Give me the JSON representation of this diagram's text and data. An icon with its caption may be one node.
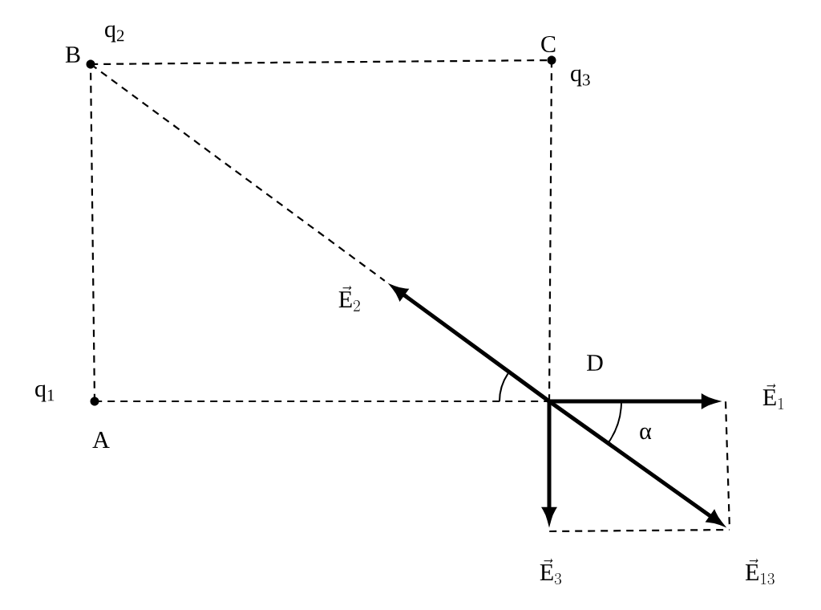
{
  "diagram": {
    "nodes": [
      {
        "text": [
          "A"
        ],
        "beside": [
          "q$_{1}$"
        ]
      },
      {
        "text": [
          "B"
        ],
        "beside": [
          "q$_{2}$"
        ]
      },
      {
        "text": [
          "C"
        ],
        "beside": [
          "q$_{3}$"
        ]
      },
      {
        "text": [
          "D"
        ]
      },
      {
        "text": [
          "\\vec{\\mathrm{E}}_{1}"
        ]
      },
      {
        "text": [
          "\\vec{\\mathrm{E}}_{2}"
        ]
      },
      {
        "text": [
          "\\vec{\\mathrm{E}}_{3}"
        ]
      },
      {
        "text": [
          "\\vec{\\mathrm{E}}_{13}"
        ]
      }
    ],
    "edges": [
      {
        "from": 0,
        "to": 1,
        "arrow": "none",
        "style": "dashed"
      },
      {
        "from": 1,
        "to": 2,
        "arrow": "none",
        "style": "dashed"
      },
      {
        "from": 2,
        "to": 3,
        "arrow": "none",
        "style": "dashed"
      },
      {
        "from": 0,
        "to": 3,
        "arrow": "none",
        "style": "dashed"
      },
      {
        "from": 1,
        "to": 5,
        "arrow": "none",
        "style": "dashed"
      },
      {
        "from": 3,
        "to": 4,
        "arrow": "to",
        "style": "thick"
      },
      {
        "from": 3,
        "to": 5,
        "arrow": "to",
        "style": "thick"
      },
      {
        "from": 3,
        "to": 6,
        "arrow": "to",
        "style": "thick"
      },
      {
        "from": 3,
        "to": 7,
        "arrow": "to",
        "style": "thick"
      },
      {
        "from": 4,
        "to": 7,
        "arrow": "none",
        "style": "dashed"
      },
      {
        "from": 6,
        "to": 7,
        "arrow": "none",
        "style": "dashed"
      }
    ],
    "labels": [
      "α"
    ]
  }
}
